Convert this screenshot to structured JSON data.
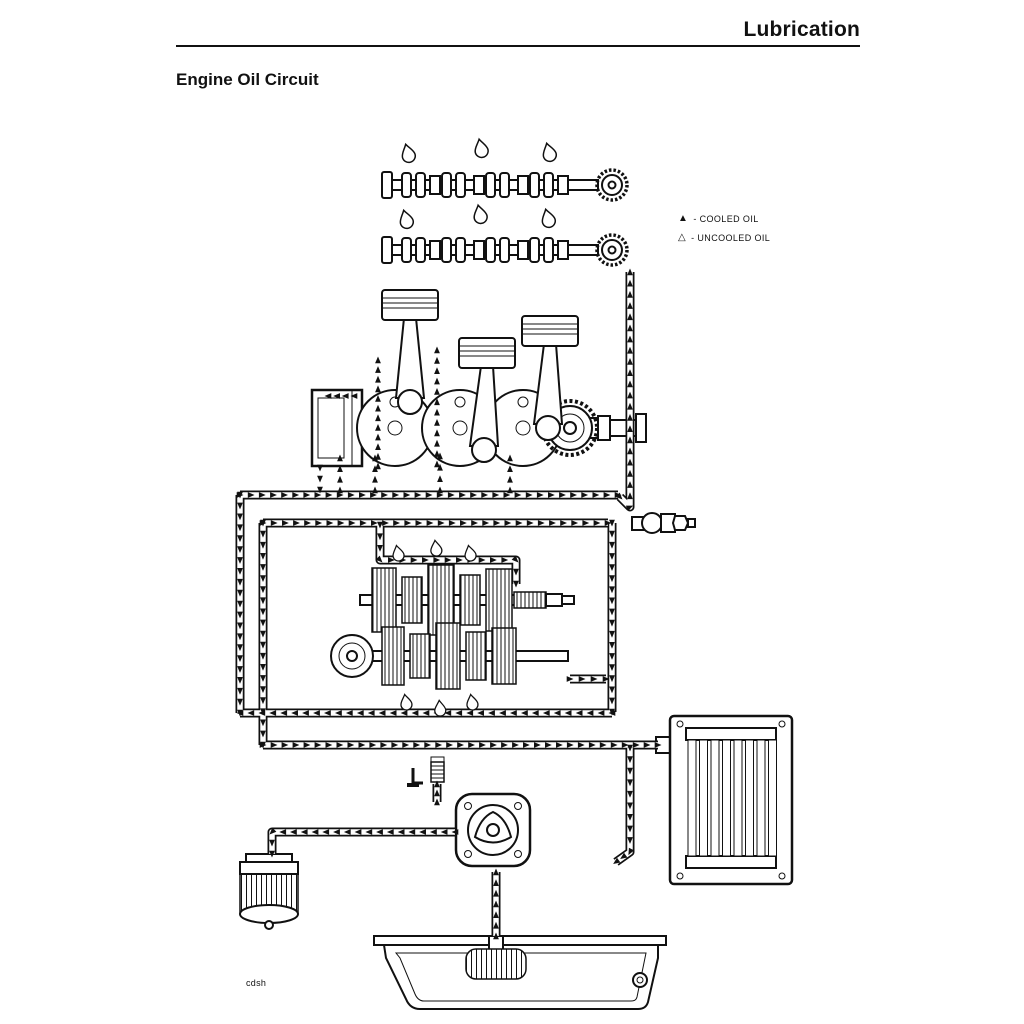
{
  "page": {
    "header_title": "Lubrication",
    "section_title": "Engine Oil Circuit",
    "artifact_code": "cdsh"
  },
  "legend": {
    "cooled": {
      "symbol": "▲",
      "label": "- COOLED OIL"
    },
    "uncooled": {
      "symbol": "△",
      "label": "- UNCOOLED OIL"
    }
  },
  "colors": {
    "ink": "#111111",
    "paper": "#ffffff"
  },
  "diagram": {
    "components": [
      "exhaust-camshaft",
      "intake-camshaft",
      "cam-drive-gears",
      "oil-droplets",
      "pistons",
      "connecting-rods",
      "crankshaft",
      "alternator-rotor",
      "primary-drive-gear",
      "oil-pressure-switch",
      "transmission-input-shaft",
      "transmission-output-shaft",
      "clutch-hub",
      "oil-cooler",
      "oil-filter",
      "oil-pump",
      "pressure-relief-valve",
      "oil-strainer",
      "oil-pan",
      "drain-plug",
      "main-oil-gallery",
      "cam-oil-riser"
    ]
  }
}
